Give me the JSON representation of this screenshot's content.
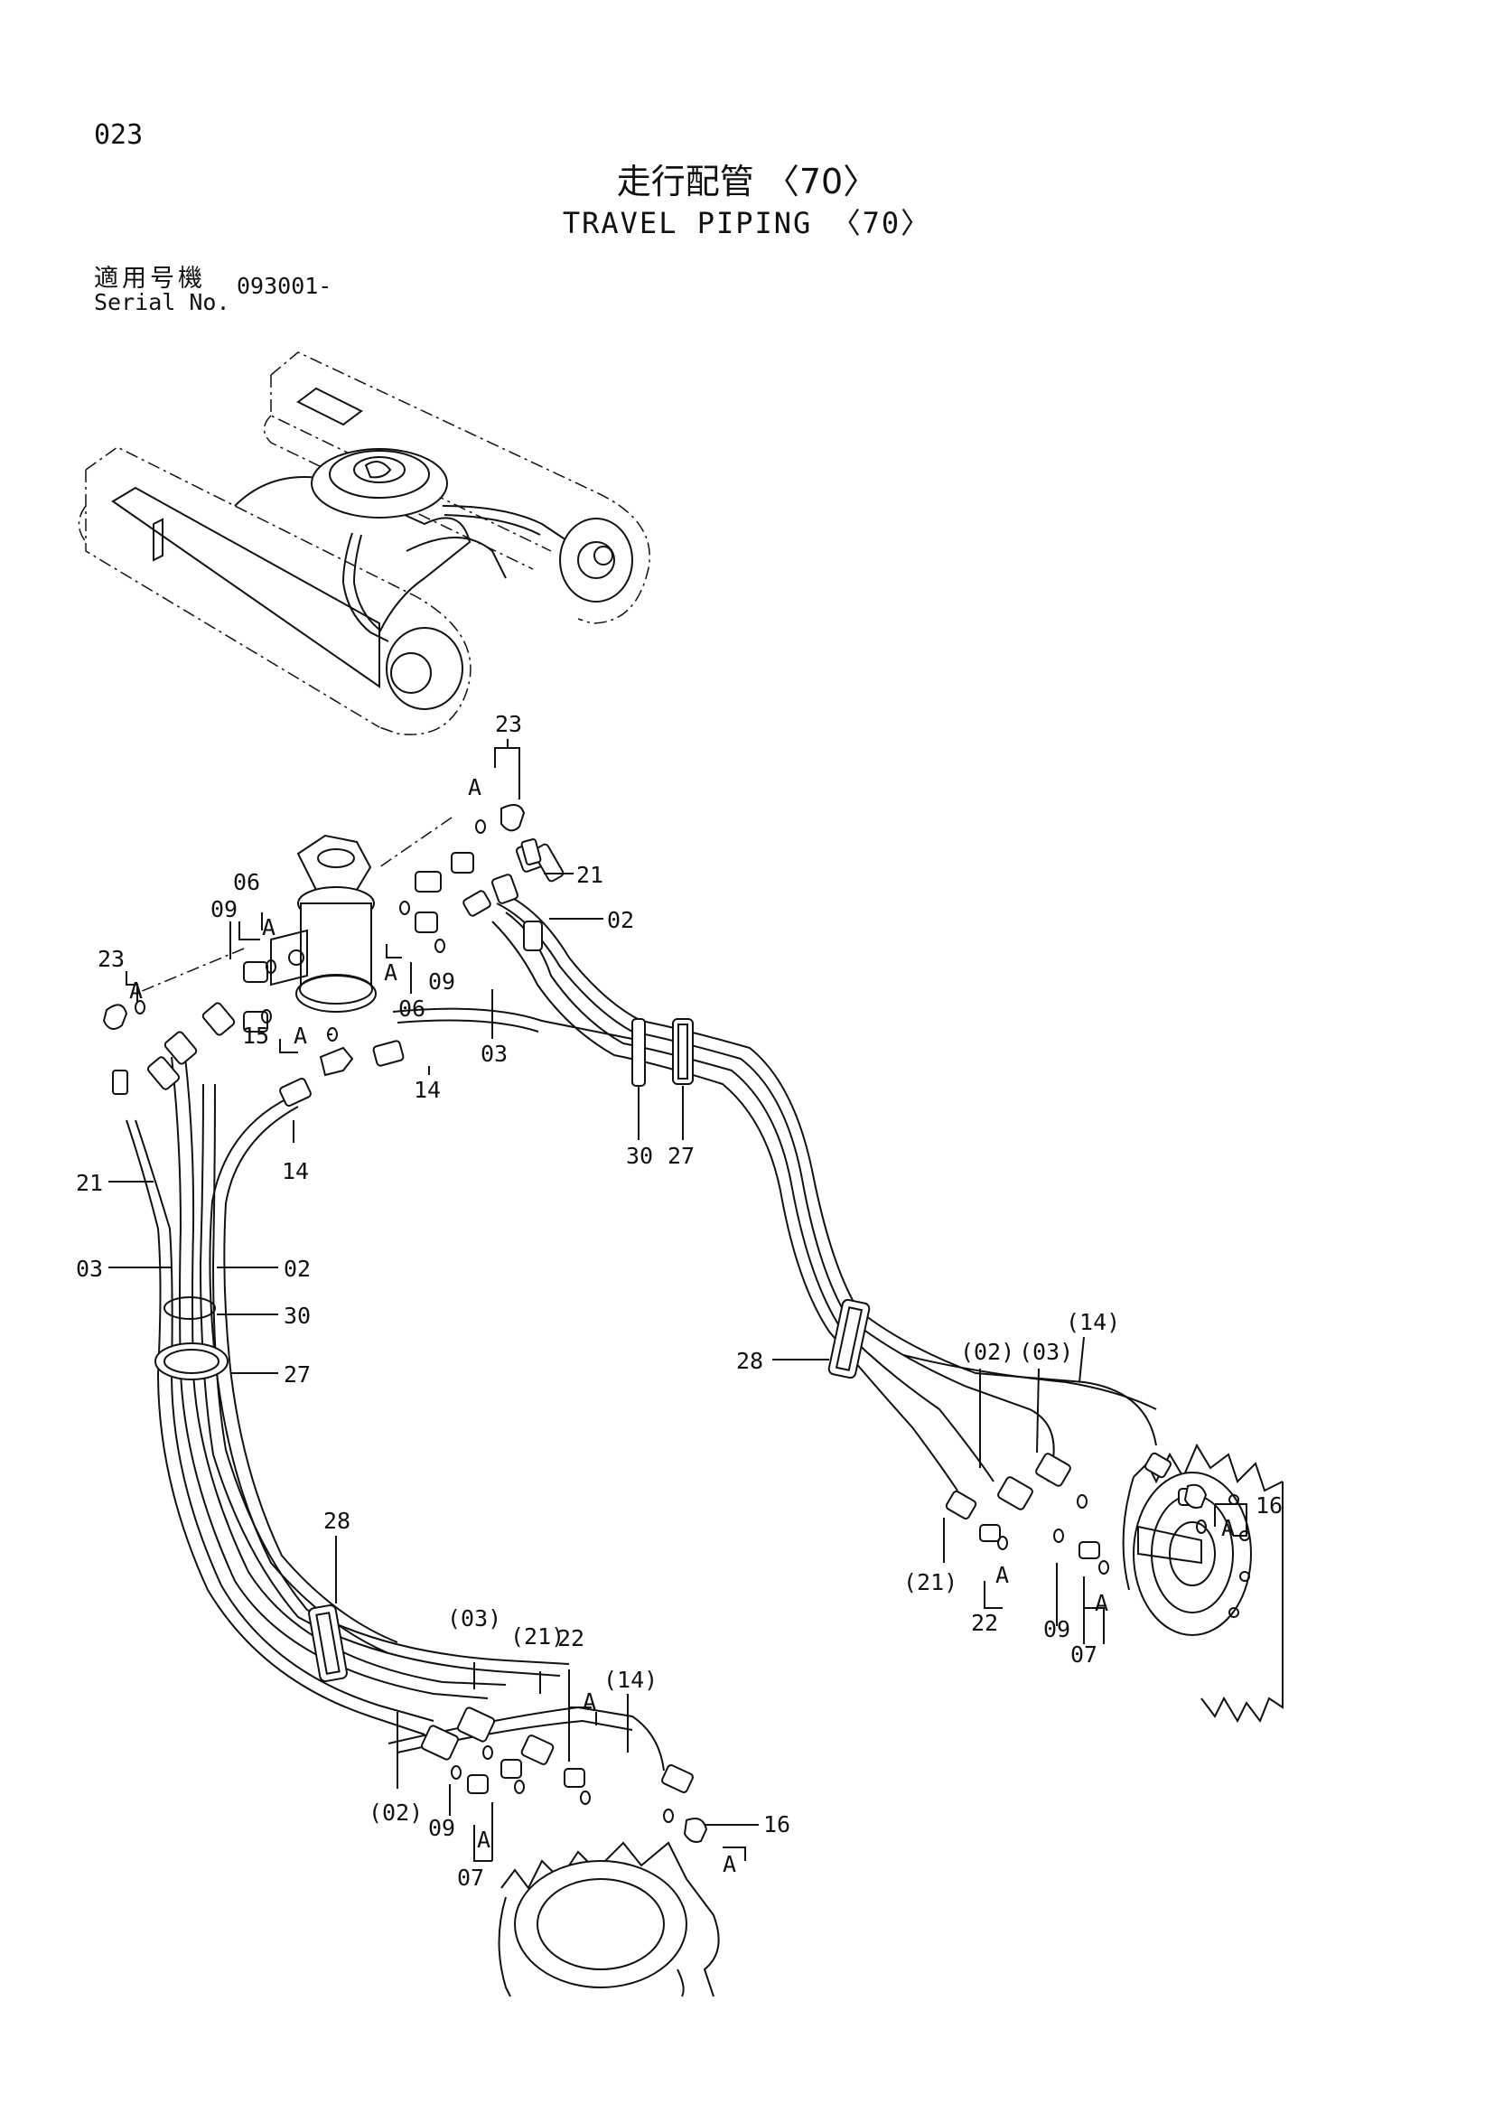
{
  "page_number": "023",
  "title_jp": "走行配管 〈70〉",
  "title_en": "TRAVEL PIPING 〈70〉",
  "serial": {
    "label_jp": "適用号機",
    "label_en": "Serial No.",
    "value": "093001-"
  },
  "callouts": {
    "c23_top": "23",
    "a_top": "A",
    "c21_top": "21",
    "c02_top": "02",
    "c03_mid": "03",
    "c14_mid": "14",
    "c30_mid": "30",
    "c27_mid": "27",
    "c06_a": "06",
    "a_06a": "A",
    "c09_a": "09",
    "c23_left": "23",
    "a_left": "A",
    "c15": "15",
    "a_15": "A",
    "c06_b": "06",
    "a_06b": "A",
    "c09_b": "09",
    "c14_left": "14",
    "c21_left": "21",
    "c03_left": "03",
    "c02_left": "02",
    "c30_left": "30",
    "c27_left": "27",
    "c28_left": "28",
    "c28_right": "28",
    "r_14": "(14)",
    "r_02": "(02)",
    "r_03": "(03)",
    "r_16": "16",
    "r_a16": "A",
    "r_21": "(21)",
    "r_22": "22",
    "r_a22": "A",
    "r_09": "09",
    "r_07": "07",
    "r_a07": "A",
    "b_03": "(03)",
    "b_21": "(21)",
    "b_22": "22",
    "b_a22": "A",
    "b_14": "(14)",
    "b_02": "(02)",
    "b_09": "09",
    "b_07": "07",
    "b_a07": "A",
    "b_16": "16",
    "b_a16": "A"
  }
}
